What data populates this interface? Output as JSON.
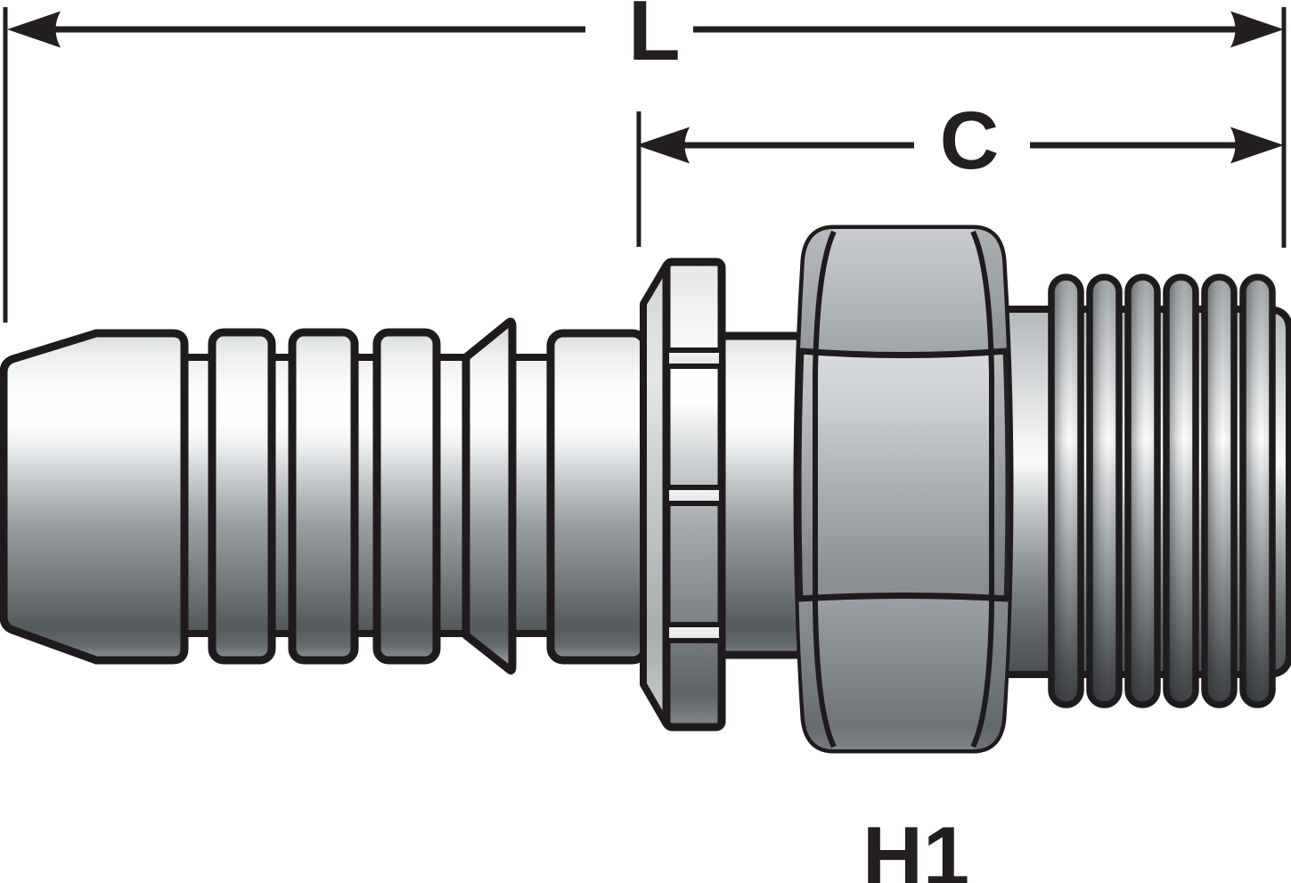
{
  "drawing": {
    "kind": "hydraulic-hose-coupling-side-view",
    "dimensions": {
      "overall_length_label": "L",
      "cutoff_length_label": "C"
    },
    "hex_label": "H1"
  },
  "colors": {
    "background": "#ffffff",
    "outline": "#1f1b1c",
    "dimension_ink": "#231f20",
    "metal_highlight": "#ffffff",
    "metal_midtone": "#9aa0a3",
    "metal_shadow": "#54585b"
  }
}
